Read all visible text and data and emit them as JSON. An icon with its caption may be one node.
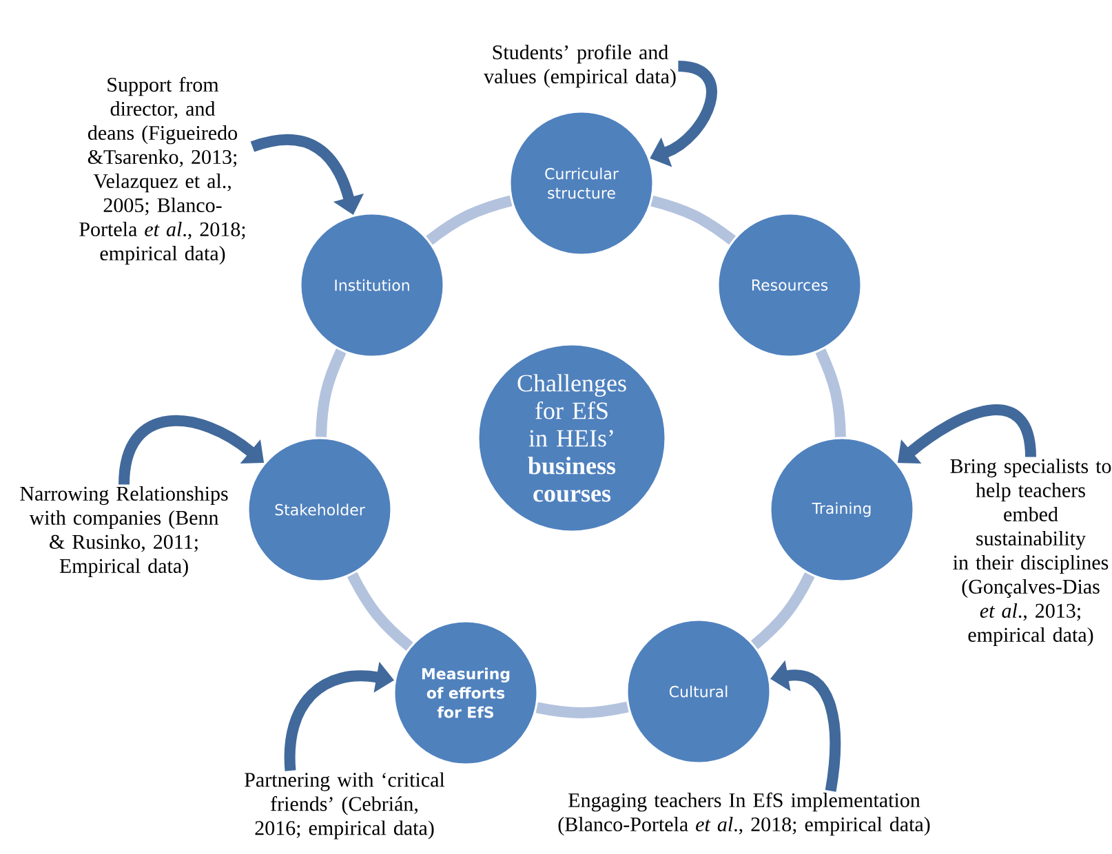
{
  "diagram": {
    "nodes": [
      {
        "text": [
          "Students’ profile and values (empirical data)"
        ]
      },
      {
        "text": [
          "Curricular structure"
        ]
      },
      {
        "text": [
          "Support from director, and deans (Figueiredo &Tsarenko, 2013; Velazquez et al., 2005; Blanco-Portela *et al*., 2018; empirical data)"
        ]
      },
      {
        "text": [
          "Institution"
        ]
      },
      {
        "text": [
          "Resources"
        ]
      },
      {
        "text": [
          "Challenges for EfS in HEIs’ **business courses**"
        ]
      },
      {
        "text": [
          "Narrowing Relationships with companies (Benn & Rusinko, 2011; Empirical data)"
        ]
      },
      {
        "text": [
          "Stakeholder"
        ]
      },
      {
        "text": [
          "Training"
        ]
      },
      {
        "text": [
          "Bring specialists to help teachers embed sustainability in their disciplines (Gonçalves-Dias *et al*., 2013; empirical data)"
        ]
      },
      {
        "text": [
          "Measuring of efforts for EfS"
        ]
      },
      {
        "text": [
          "Cultural"
        ]
      },
      {
        "text": [
          "Partnering with ‘critical friends’ (Cebrián, 2016; empirical data)"
        ]
      },
      {
        "text": [
          "Engaging teachers In EfS implementation (Blanco-Portela *et al*., 2018; empirical data)"
        ]
      }
    ],
    "edges": [
      {
        "from": 1,
        "to": 4,
        "arrow": "none"
      },
      {
        "from": 4,
        "to": 8,
        "arrow": "none"
      },
      {
        "from": 8,
        "to": 11,
        "arrow": "none"
      },
      {
        "from": 11,
        "to": 10,
        "arrow": "none"
      },
      {
        "from": 10,
        "to": 7,
        "arrow": "none"
      },
      {
        "from": 7,
        "to": 3,
        "arrow": "none"
      },
      {
        "from": 3,
        "to": 1,
        "arrow": "none"
      },
      {
        "from": 0,
        "to": 1,
        "arrow": "to",
        "color": "#41699b"
      },
      {
        "from": 2,
        "to": 3,
        "arrow": "to",
        "color": "#41699b"
      },
      {
        "from": 6,
        "to": 7,
        "arrow": "to",
        "color": "#41699b"
      },
      {
        "from": 9,
        "to": 8,
        "arrow": "to",
        "color": "#41699b"
      },
      {
        "from": 13,
        "to": 11,
        "arrow": "to",
        "color": "#41699b"
      },
      {
        "from": 12,
        "to": 10,
        "arrow": "to",
        "color": "#41699b"
      }
    ]
  }
}
